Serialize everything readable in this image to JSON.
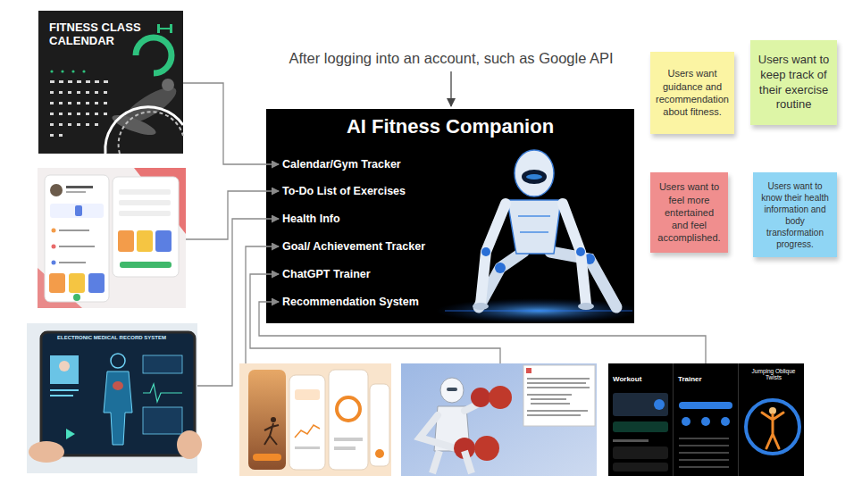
{
  "diagram": {
    "nodes": [
      {
        "text": [
          "AI Fitness Companion"
        ]
      },
      {
        "text": [
          "Calendar/Gym Tracker"
        ],
        "in": 0
      },
      {
        "text": [
          "To-Do List of Exercises"
        ],
        "in": 0
      },
      {
        "text": [
          "Health Info"
        ],
        "in": 0
      },
      {
        "text": [
          "Goal/ Achievement Tracker"
        ],
        "in": 0
      },
      {
        "text": [
          "ChatGPT Trainer"
        ],
        "in": 0
      },
      {
        "text": [
          "Recommendation System"
        ],
        "in": 0
      },
      {
        "text": [
          "FITNESS CLASS CALENDAR"
        ]
      },
      {
        "text": []
      },
      {
        "text": [
          "ELECTRONIC MEDICAL RECORD SYSTEM"
        ]
      },
      {
        "text": []
      },
      {
        "text": []
      },
      {
        "text": [
          "Workout",
          "Trainer",
          "Jumping Oblique Twists"
        ]
      },
      {
        "text": [
          "Users want guidance and recommendation about fitness."
        ]
      },
      {
        "text": [
          "Users want to keep track of their exercise routine"
        ]
      },
      {
        "text": [
          "Users want to feel more entertained and feel accomplished."
        ]
      },
      {
        "text": [
          "Users want to know their health information and body transformation progress."
        ]
      }
    ],
    "edges": [
      {
        "from": 7,
        "to": 1,
        "arrow": "to"
      },
      {
        "from": 8,
        "to": 2,
        "arrow": "to"
      },
      {
        "from": 9,
        "to": 3,
        "arrow": "to"
      },
      {
        "from": 10,
        "to": 4,
        "arrow": "to"
      },
      {
        "from": 11,
        "to": 5,
        "arrow": "to"
      },
      {
        "from": 12,
        "to": 6,
        "arrow": "to"
      }
    ],
    "labels": [
      "After logging into an account, such as Google API"
    ]
  }
}
